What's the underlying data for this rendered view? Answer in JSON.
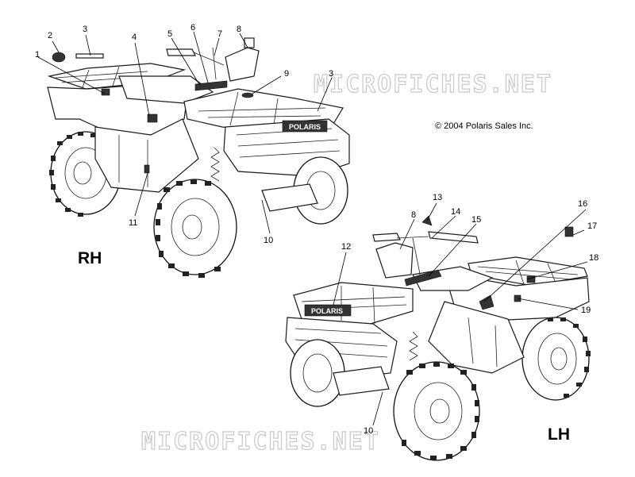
{
  "copyright": "© 2004 Polaris Sales Inc.",
  "watermark": "MICROFICHES.NET",
  "views": {
    "rh": "RH",
    "lh": "LH"
  },
  "brand_decal": "POLARIS",
  "callouts": [
    {
      "id": "c1",
      "text": "1"
    },
    {
      "id": "c2",
      "text": "2"
    },
    {
      "id": "c3a",
      "text": "3"
    },
    {
      "id": "c4",
      "text": "4"
    },
    {
      "id": "c5",
      "text": "5"
    },
    {
      "id": "c6",
      "text": "6"
    },
    {
      "id": "c7",
      "text": "7"
    },
    {
      "id": "c8a",
      "text": "8"
    },
    {
      "id": "c9",
      "text": "9"
    },
    {
      "id": "c3b",
      "text": "3"
    },
    {
      "id": "c11",
      "text": "11"
    },
    {
      "id": "c10a",
      "text": "10"
    },
    {
      "id": "c13",
      "text": "13"
    },
    {
      "id": "c8b",
      "text": "8"
    },
    {
      "id": "c14",
      "text": "14"
    },
    {
      "id": "c15",
      "text": "15"
    },
    {
      "id": "c16",
      "text": "16"
    },
    {
      "id": "c17",
      "text": "17"
    },
    {
      "id": "c12",
      "text": "12"
    },
    {
      "id": "c18",
      "text": "18"
    },
    {
      "id": "c19",
      "text": "19"
    },
    {
      "id": "c10b",
      "text": "10"
    }
  ]
}
